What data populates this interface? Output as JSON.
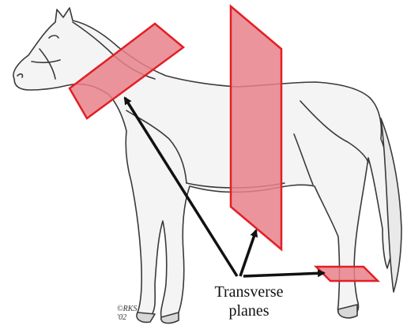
{
  "labels": {
    "caption_line1": "Transverse",
    "caption_line2": "planes",
    "signature_line1": "©RKS",
    "signature_line2": "'02"
  },
  "colors": {
    "plane_fill": "#e8818a",
    "plane_stroke": "#e21f26",
    "arrow": "#111111",
    "sketch": "#3a3a3a"
  }
}
